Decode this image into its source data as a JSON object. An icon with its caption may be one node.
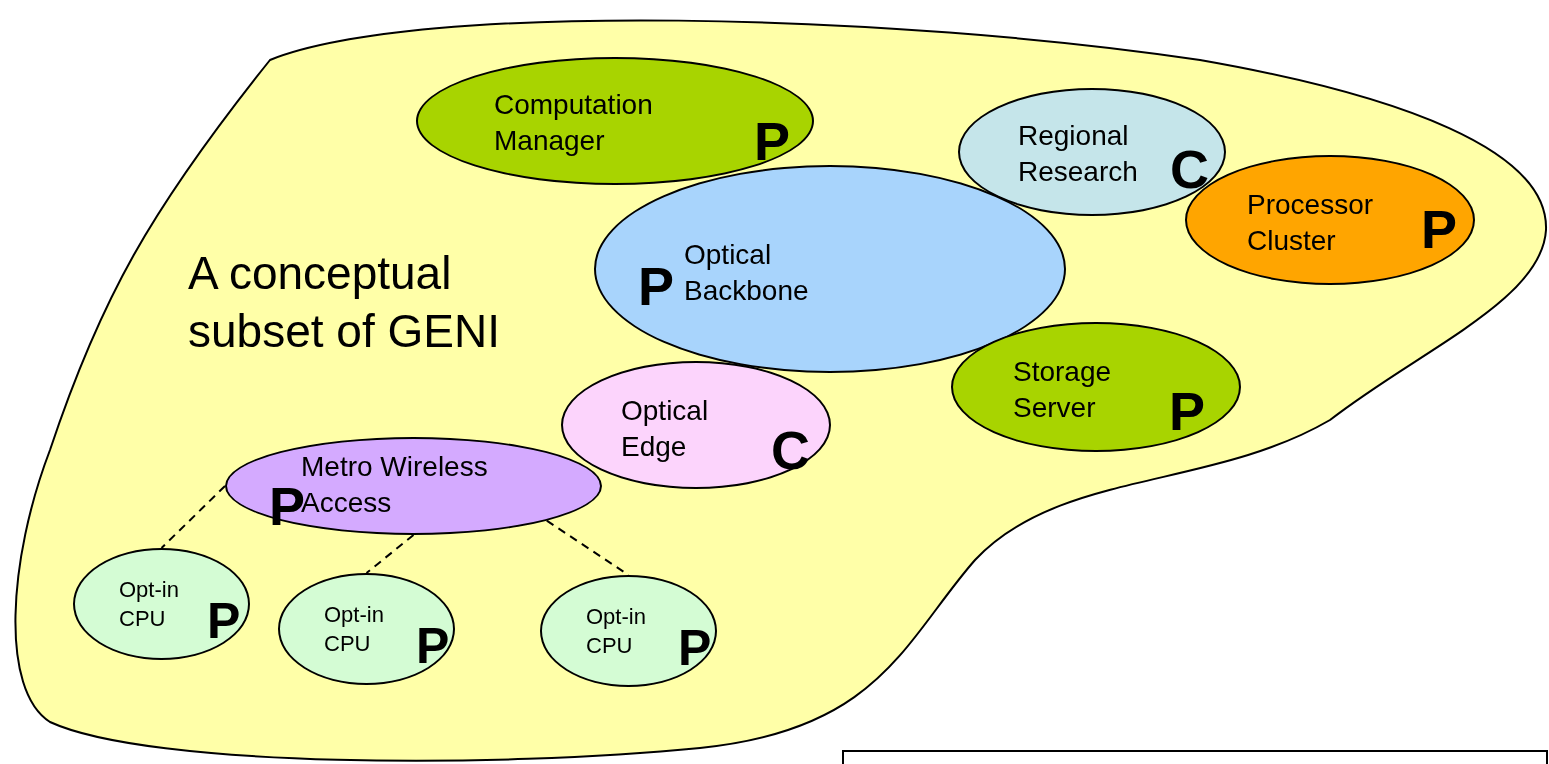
{
  "diagram": {
    "nodes": [
      {
        "text": [
          "A conceptual subset of GENI"
        ]
      },
      {
        "text": [
          "Computation Manager",
          "P"
        ],
        "in": 0
      },
      {
        "text": [
          "Regional Research",
          "C"
        ],
        "in": 0
      },
      {
        "text": [
          "Processor Cluster",
          "P"
        ],
        "in": 0
      },
      {
        "text": [
          "P",
          "Optical Backbone"
        ],
        "in": 0
      },
      {
        "text": [
          "Storage Server",
          "P"
        ],
        "in": 0
      },
      {
        "text": [
          "Optical Edge",
          "C"
        ],
        "in": 0
      },
      {
        "text": [
          "P",
          "Metro Wireless Access"
        ],
        "in": 0
      },
      {
        "text": [
          "Opt-in CPU",
          "P"
        ],
        "in": 0
      },
      {
        "text": [
          "Opt-in CPU",
          "P"
        ],
        "in": 0
      },
      {
        "text": [
          "Opt-in CPU",
          "P"
        ],
        "in": 0
      }
    ],
    "edges": [
      {
        "from": 7,
        "to": 8,
        "arrow": "none",
        "style": "dashed"
      },
      {
        "from": 7,
        "to": 9,
        "arrow": "none",
        "style": "dashed"
      },
      {
        "from": 7,
        "to": 10,
        "arrow": "none",
        "style": "dashed"
      }
    ]
  }
}
